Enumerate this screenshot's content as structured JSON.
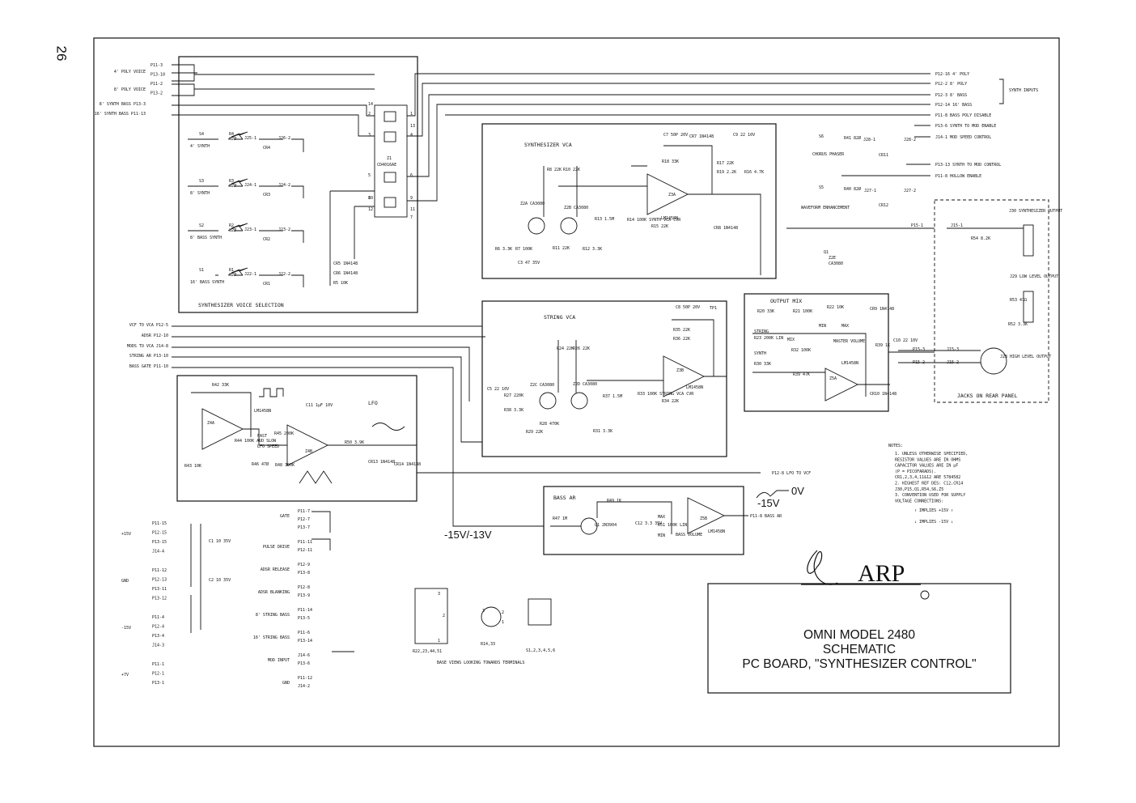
{
  "page_number": "26",
  "title_block": {
    "logo_text": "ARP",
    "lines": [
      "OMNI MODEL 2480",
      "SCHEMATIC",
      "PC BOARD, \"SYNTHESIZER CONTROL\""
    ]
  },
  "sections": {
    "voice_selection": "SYNTHESIZER VOICE SELECTION",
    "synth_vca": "SYNTHESIZER VCA",
    "string_vca": "STRING VCA",
    "output_mix": "OUTPUT MIX",
    "lfo": "LFO",
    "bass_ar": "BASS AR",
    "jacks": "JACKS ON REAR PANEL"
  },
  "left_inputs": [
    "4' POLY VOICE",
    "8' POLY VOICE",
    "8' SYNTH BASS P13-3",
    "16' SYNTH BASS P11-13",
    "VCF TO VCA P12-5",
    "ADSR P12-10",
    "MODS TO VCA J14-8",
    "STRING AR P13-10",
    "BASS GATE P11-10"
  ],
  "left_pins": [
    "P11-3",
    "P13-10",
    "P11-2",
    "P13-2"
  ],
  "right_outputs": [
    "P12-16 4' POLY",
    "P12-2 8' POLY",
    "P12-3 8' BASS",
    "P12-14 16' BASS",
    "P11-8 BASS POLY DISABLE",
    "P13-6 SYNTH TO MOD ENABLE",
    "J14-1 MOD SPEED CONTROL",
    "P13-13 SYNTH TO MOD CONTROL",
    "P11-8 HOLLOW ENABLE",
    "P12-8 LFO TO VCF",
    "P11-8 BASS AR"
  ],
  "synth_inputs_label": "SYNTH INPUTS",
  "voice_switches": [
    {
      "sw": "S4",
      "name": "4' SYNTH",
      "res": "R4",
      "val": "82Ø",
      "j": "J25-1",
      "jb": "J26-2",
      "cr": "CR4"
    },
    {
      "sw": "S3",
      "name": "8' SYNTH",
      "res": "R3",
      "val": "82Ø",
      "j": "J24-1",
      "jb": "J24-2",
      "cr": "CR3"
    },
    {
      "sw": "S2",
      "name": "8' BASS SYNTH",
      "res": "R2",
      "val": "82Ø",
      "j": "J23-1",
      "jb": "J23-2",
      "cr": "CR2"
    },
    {
      "sw": "S1",
      "name": "16' BASS SYNTH",
      "res": "R1",
      "val": "82Ø",
      "j": "J22-1",
      "jb": "J22-2",
      "cr": "CR1"
    }
  ],
  "chip_labels": {
    "z1": "Z1",
    "z1_part": "CD4016AE",
    "z1_pins": [
      "14",
      "1",
      "2",
      "13",
      "3",
      "4",
      "5",
      "6",
      "8",
      "9",
      "10",
      "11",
      "12",
      "7"
    ]
  },
  "voice_parts": [
    "CR5 1N4148",
    "CR6 1N4148",
    "R5 10K"
  ],
  "synth_vca_parts": [
    "C7 50P 20V",
    "CR7 1N4148",
    "C9 22 10V",
    "R8 22K",
    "R10 22K",
    "R18 33K",
    "R17 22K",
    "Z2A CA3080",
    "Z2B CA3080",
    "R13 1.5M",
    "R14 100K SYNTH VCA CVR",
    "R15 22K",
    "Z3A",
    "LM1458N",
    "R19 2.2K",
    "R16 4.7K",
    "CR8 1N4148",
    "R6 3.3K",
    "R7 100K",
    "R11 22K",
    "R12 3.3K",
    "C3 47 35V"
  ],
  "string_vca_parts": [
    "C8 50P 20V",
    "TP1",
    "R35 22K",
    "R36 22K",
    "R24 22K",
    "R26 22K",
    "Z2C CA3080",
    "Z2D CA3080",
    "R37 1.5M",
    "R33 100K STRING VCA CVR",
    "R34 22K",
    "Z3B",
    "LM1458N",
    "C5 22 10V",
    "R27 220K",
    "R38 3.3K",
    "R29 22K",
    "R28 470K",
    "R31 3.3K"
  ],
  "output_mix_parts": [
    "R20 33K",
    "R21 100K",
    "R22 10K",
    "STRING",
    "R23 200K LIN",
    "MIX",
    "SYNTH",
    "R30 33K",
    "R32 100K",
    "R39 47K",
    "MASTER VOLUME",
    "MIN",
    "MAX",
    "CR9 1N4148",
    "CR10 1N4148",
    "Z5A",
    "LM1458N",
    "R39 1K",
    "C10 22 10V"
  ],
  "lfo_parts": [
    "R42 33K",
    "Z4A",
    "LM1458N",
    "C11 1µF 10V",
    "R44 100K AUD SLOW",
    "LFO SPEED",
    "FAST",
    "R45 200K",
    "Z4B",
    "R46 47Ø",
    "R48 300K",
    "R50 3.9K",
    "CR13 1N4148",
    "CR14 1N4148",
    "R43 10K"
  ],
  "bass_ar_parts": [
    "R47 1M",
    "R49 1K",
    "Q1 2N3904",
    "C12 3.3 35V",
    "R51 100K LIN",
    "BASS VOLUME",
    "MAX",
    "MIN",
    "Z5B",
    "LM1458N"
  ],
  "right_parts": [
    "S6",
    "CHORUS PHASER",
    "R41 82Ø",
    "J28-1",
    "J28-2",
    "CR11",
    "S5",
    "WAVEFORM ENHANCEMENT",
    "R40 82Ø",
    "J27-1",
    "J27-2",
    "CR12",
    "Q1",
    "Z2E",
    "CA3080",
    "P15-1",
    "J15-1",
    "P15-3",
    "J15-3",
    "P15-2",
    "J15-2",
    "R54 8.2K",
    "J30 SYNTHESIZER OUTPUT",
    "J29 LOW LEVEL OUTPUT",
    "R53 47Ω",
    "R52 3.3K",
    "J28 HIGH LEVEL OUTPUT"
  ],
  "voltage_labels": [
    "0V",
    "-15V",
    "-15V/-13V"
  ],
  "power_groups": [
    {
      "label": "+15V",
      "pins": [
        "P11-15",
        "P12-15",
        "P13-15",
        "J14-4"
      ]
    },
    {
      "label": "GND",
      "pins": [
        "P11-12",
        "P12-13",
        "P13-11",
        "P13-12"
      ]
    },
    {
      "label": "-15V",
      "pins": [
        "P11-4",
        "P12-4",
        "P13-4",
        "J14-3"
      ]
    },
    {
      "label": "+7V",
      "pins": [
        "P11-1",
        "P12-1",
        "P13-1"
      ]
    }
  ],
  "power_caps": [
    "C1 10 35V",
    "C2 10 35V"
  ],
  "signal_groups": [
    {
      "label": "GATE",
      "pins": [
        "P11-7",
        "P12-7",
        "P13-7"
      ]
    },
    {
      "label": "PULSE DRIVE",
      "pins": [
        "P11-11",
        "P12-11"
      ]
    },
    {
      "label": "ADSR RELEASE",
      "pins": [
        "P12-9",
        "P13-8"
      ]
    },
    {
      "label": "ADSR BLANKING",
      "pins": [
        "P12-8",
        "P13-9"
      ]
    },
    {
      "label": "8' STRING BASS",
      "pins": [
        "P11-14",
        "P13-5"
      ]
    },
    {
      "label": "16' STRING BASS",
      "pins": [
        "P11-6",
        "P13-14"
      ]
    },
    {
      "label": "MOD INPUT",
      "pins": [
        "J14-6",
        "P13-6"
      ]
    },
    {
      "label": "GND",
      "pins": [
        "P11-12",
        "J14-2"
      ]
    }
  ],
  "base_views": {
    "pot_label": "R22,23,44,51",
    "trim_label": "R14,33",
    "switch_label": "S1,2,3,4,5,6",
    "caption": "BASE VIEWS LOOKING TOWARDS TERMINALS",
    "pins": [
      "3",
      "2",
      "1",
      "2",
      "3",
      "1"
    ]
  },
  "notes": {
    "heading": "NOTES:",
    "items": [
      "1. UNLESS OTHERWISE SPECIFIED,",
      "RESISTOR VALUES ARE IN OHMS",
      "CAPACITOR VALUES ARE IN µF",
      "(P = PICOFARADS).",
      "CR1,2,3,4,11&12 ARE 5784582",
      "2. HIGHEST REF DES: C12,CR14",
      "J30,P15,Q1,R54,S6,Z5",
      "3. CONVENTION USED FOR SUPPLY",
      "VOLTAGE CONNECTIONS:"
    ],
    "legend": [
      "IMPLIES +15V",
      "IMPLIES -15V"
    ]
  }
}
